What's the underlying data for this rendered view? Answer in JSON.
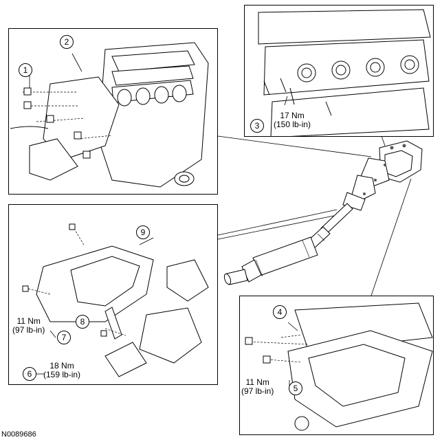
{
  "document_id": "N0089686",
  "callouts": {
    "c1": "1",
    "c2": "2",
    "c3": "3",
    "c4": "4",
    "c5": "5",
    "c6": "6",
    "c7": "7",
    "c8": "8",
    "c9": "9"
  },
  "torques": {
    "t3": {
      "nm": "17 Nm",
      "lbin": "(150 lb-in)"
    },
    "t5": {
      "nm": "11 Nm",
      "lbin": "(97 lb-in)"
    },
    "t6": {
      "nm": "18 Nm",
      "lbin": "(159 lb-in)"
    },
    "t7": {
      "nm": "11 Nm",
      "lbin": "(97 lb-in)"
    }
  }
}
